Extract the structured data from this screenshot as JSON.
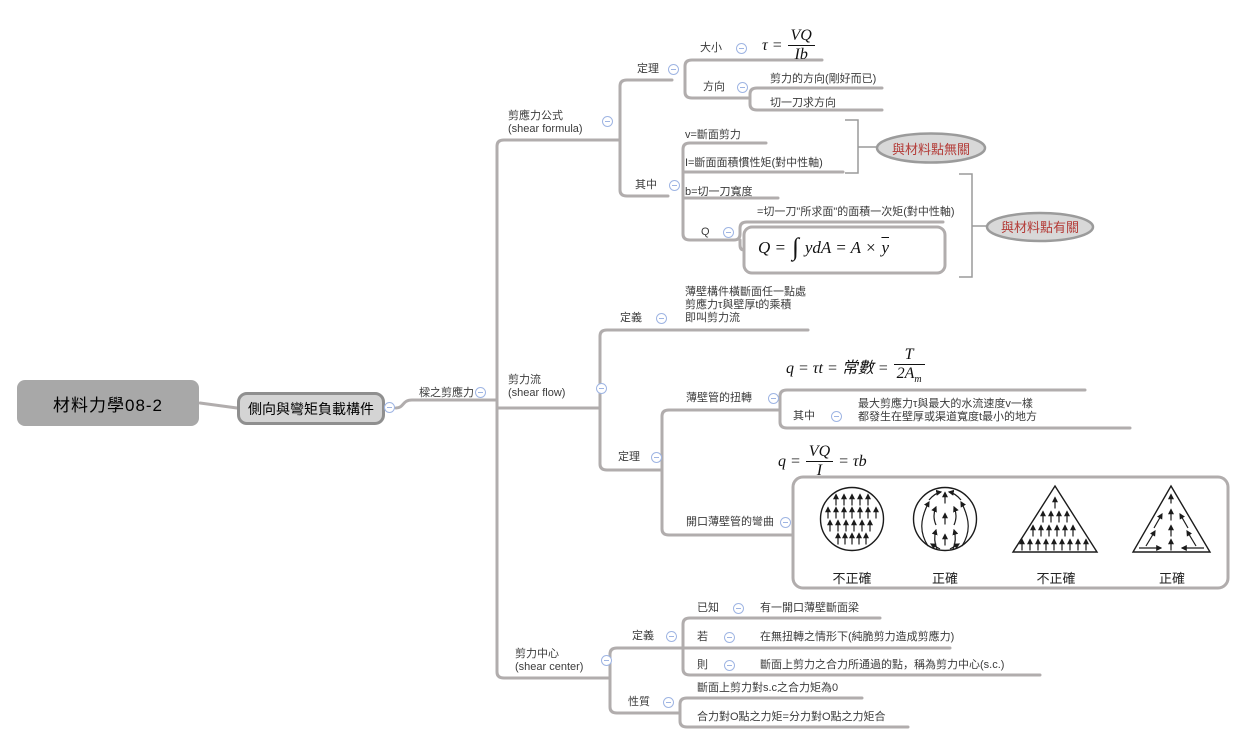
{
  "map": {
    "root": "材料力學08-2",
    "child": "側向與彎矩負載構件",
    "topic": "樑之剪應力"
  },
  "shear_formula": {
    "title": "剪應力公式",
    "subtitle": "(shear formula)",
    "theorem": "定理",
    "magnitude": "大小",
    "direction": "方向",
    "direction_notes": [
      "剪力的方向(剛好而已)",
      "切一刀求方向"
    ],
    "among": "其中",
    "v": "v=斷面剪力",
    "i": "I=斷面面積慣性矩(對中性軸)",
    "b": "b=切一刀寬度",
    "q": "Q",
    "q_note": "=切一刀\"所求面\"的面積一次矩(對中性軸)",
    "callout_independent": "與材料點無關",
    "callout_dependent": "與材料點有關",
    "tau_formula": {
      "lhs": "τ =",
      "num": "VQ",
      "den": "Ib"
    },
    "q_formula": {
      "lhs": "Q =",
      "integral": "∫",
      "mid": "ydA = A ×",
      "ybar": "y"
    }
  },
  "shear_flow": {
    "title": "剪力流",
    "subtitle": "(shear flow)",
    "definition": "定義",
    "definition_lines": [
      "薄壁構件橫斷面任一點處",
      "剪應力τ與壁厚t的乘積",
      "即叫剪力流"
    ],
    "theorem": "定理",
    "torsion": "薄壁管的扭轉",
    "among": "其中",
    "torsion_notes": [
      "最大剪應力τ與最大的水流速度v一樣",
      "都發生在壁厚或渠道寬度t最小的地方"
    ],
    "flow_formula": {
      "lhs": "q = τt = 常數 =",
      "num": "T",
      "den": "2A",
      "den_sub": "m"
    },
    "bending": "開口薄壁管的彎曲",
    "bending_formula": {
      "lhs": "q =",
      "num": "VQ",
      "den": "I",
      "rhs": "= τb"
    },
    "figure_labels": [
      "不正確",
      "正確",
      "不正確",
      "正確"
    ]
  },
  "shear_center": {
    "title": "剪力中心",
    "subtitle": "(shear center)",
    "definition": "定義",
    "known": "已知",
    "known_note": "有一開口薄壁斷面梁",
    "if": "若",
    "if_note": "在無扭轉之情形下(純脆剪力造成剪應力)",
    "then": "則",
    "then_note": "斷面上剪力之合力所通過的點，稱為剪力中心(s.c.)",
    "property": "性質",
    "property_notes": [
      "斷面上剪力對s.c之合力矩為0",
      "合力對O點之力矩=分力對O點之力矩合"
    ]
  },
  "colors": {
    "branch_line": "#b1adad",
    "bracket_line": "#9a9a9a",
    "callout_fill": "#d8d8d8",
    "callout_text": "#b43c38",
    "root_fill": "#a8a8a8",
    "child_fill": "#d4d4d4",
    "collapse_icon": "#9fb5e3"
  }
}
